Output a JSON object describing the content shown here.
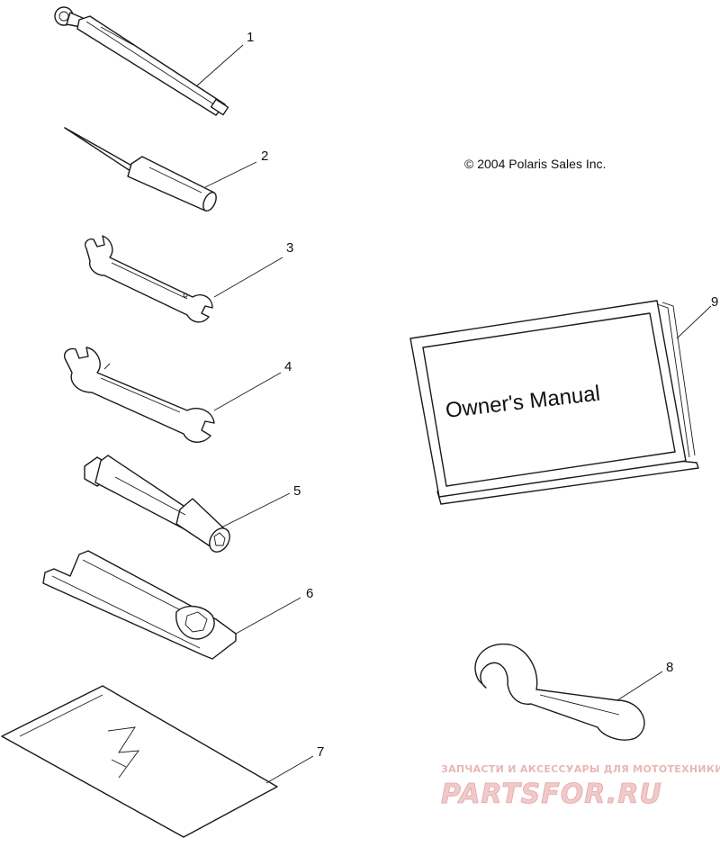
{
  "copyright": "© 2004 Polaris Sales Inc.",
  "manual_title": "Owner's Manual",
  "callouts": {
    "c1": "1",
    "c2": "2",
    "c3": "3",
    "c4": "4",
    "c5": "5",
    "c6": "6",
    "c7": "7",
    "c8": "8",
    "c9": "9"
  },
  "watermark": {
    "caption": "ЗАПЧАСТИ И АКСЕССУАРЫ ДЛЯ МОТОТЕХНИКИ",
    "brand": "PARTSFOR.RU"
  }
}
